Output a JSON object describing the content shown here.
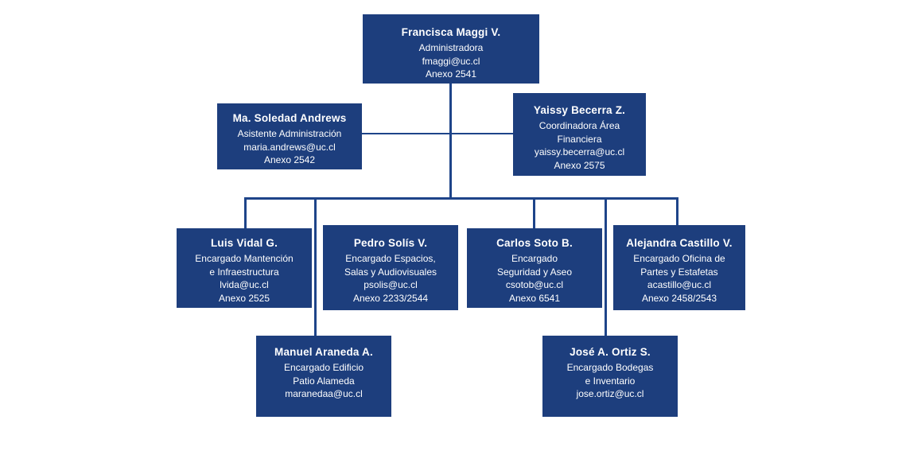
{
  "colors": {
    "node_fill": "#1d3e7d",
    "connector": "#1e4489",
    "text": "#ffffff",
    "background": "#ffffff"
  },
  "nodes": [
    {
      "name": "Francisca Maggi V.",
      "lines": [
        "Administradora",
        "fmaggi@uc.cl",
        "Anexo 2541"
      ]
    },
    {
      "name": "Ma. Soledad Andrews",
      "lines": [
        "Asistente Administración",
        "maria.andrews@uc.cl",
        "Anexo 2542"
      ]
    },
    {
      "name": "Yaissy Becerra Z.",
      "lines": [
        "Coordinadora Área",
        "Financiera",
        "yaissy.becerra@uc.cl",
        "Anexo 2575"
      ]
    },
    {
      "name": "Luis Vidal G.",
      "lines": [
        "Encargado Mantención",
        "e Infraestructura",
        "lvida@uc.cl",
        "Anexo 2525"
      ]
    },
    {
      "name": "Pedro Solís V.",
      "lines": [
        "Encargado Espacios,",
        "Salas y Audiovisuales",
        "psolis@uc.cl",
        "Anexo 2233/2544"
      ]
    },
    {
      "name": "Carlos Soto B.",
      "lines": [
        "Encargado",
        "Seguridad y Aseo",
        "csotob@uc.cl",
        "Anexo 6541"
      ]
    },
    {
      "name": "Alejandra Castillo V.",
      "lines": [
        "Encargado Oficina de",
        "Partes y Estafetas",
        "acastillo@uc.cl",
        "Anexo 2458/2543"
      ]
    },
    {
      "name": "Manuel Araneda A.",
      "lines": [
        "Encargado Edificio",
        "Patio Alameda",
        "maranedaa@uc.cl"
      ]
    },
    {
      "name": "José A. Ortiz S.",
      "lines": [
        "Encargado Bodegas",
        "e Inventario",
        "jose.ortiz@uc.cl"
      ]
    }
  ]
}
